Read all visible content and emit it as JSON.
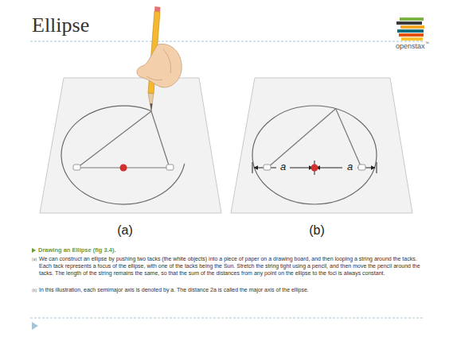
{
  "diagram": {
    "title": "Ellipse",
    "labels": [
      "openstax",
      "™",
      "(a)",
      "(b)",
      "a",
      "a",
      "Drawing an Ellipse (fig 3.4).",
      "(a)",
      "We can construct an ellipse by pushing two tacks (the white objects) into a piece of paper on a drawing board, and then looping a string around the tacks. Each tack represents a focus of the ellipse, with one of the tacks being the Sun. Stretch the string tight using a pencil, and then move the pencil around the tacks. The length of the string remains the same, so that the sum of the distances from any point on the ellipse to the foci is always constant.",
      "(b)",
      "In this illustration, each semimajor axis is denoted by a. The distance 2a is called the major axis of the ellipse."
    ]
  }
}
